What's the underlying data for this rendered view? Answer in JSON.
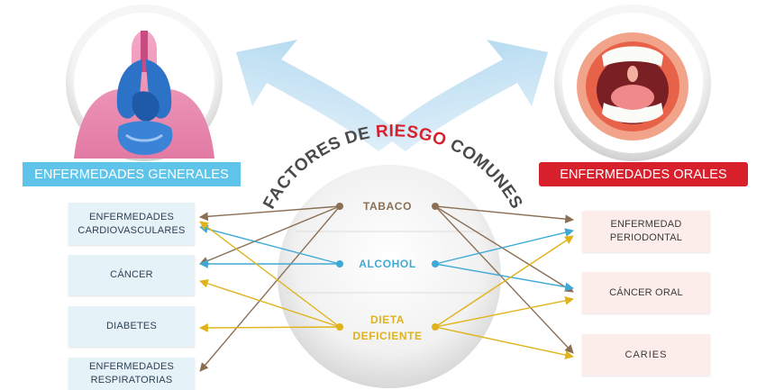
{
  "title": {
    "part1": "FACTORES DE ",
    "highlight": "RIESGO",
    "part2": " COMUNES"
  },
  "headers": {
    "left": "ENFERMEDADES GENERALES",
    "right": "ENFERMEDADES ORALES"
  },
  "factors": [
    {
      "label": "TABACO",
      "color": "#8b6f55"
    },
    {
      "label": "ALCOHOL",
      "color": "#3fa9d6"
    },
    {
      "label": "DIETA\nDEFICIENTE",
      "color": "#e0b31a"
    }
  ],
  "left_items": [
    {
      "label": "ENFERMEDADES\nCARDIOVASCULARES"
    },
    {
      "label": "CÁNCER"
    },
    {
      "label": "DIABETES"
    },
    {
      "label": "ENFERMEDADES\nRESPIRATORIAS"
    }
  ],
  "right_items": [
    {
      "label": "ENFERMEDAD\nPERIODONTAL"
    },
    {
      "label": "CÁNCER ORAL"
    },
    {
      "label": "CARIES"
    }
  ],
  "colors": {
    "tabaco": "#8b6f55",
    "alcohol": "#3fa9d6",
    "dieta": "#e0b31a",
    "left_header": "#5fc4ea",
    "right_header": "#d7202b",
    "riesgo_highlight": "#d7202b",
    "title_text": "#4a4a4a"
  },
  "icons": {
    "left": "human-organs-icon",
    "right": "open-mouth-icon"
  }
}
